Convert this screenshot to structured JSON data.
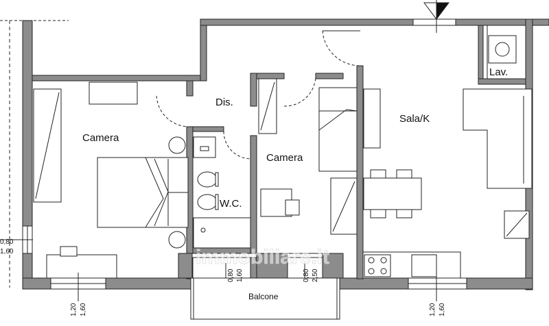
{
  "rooms": {
    "camera_left": "Camera",
    "camera_mid": "Camera",
    "dis": "Dis.",
    "wc": "W.C.",
    "sala": "Sala/K",
    "lav": "Lav.",
    "balcone": "Balcone"
  },
  "dimensions": {
    "left_window_a": "0,80",
    "left_window_b": "1,60",
    "bath_window_a": "0,80",
    "bath_window_b": "1,60",
    "mid_window_a": "0,80",
    "mid_window_b": "2,50",
    "bottom_left_a": "1,20",
    "bottom_left_b": "1,60",
    "bottom_right_a": "1,20",
    "bottom_right_b": "1,60"
  },
  "watermark": "immobiliare.it"
}
